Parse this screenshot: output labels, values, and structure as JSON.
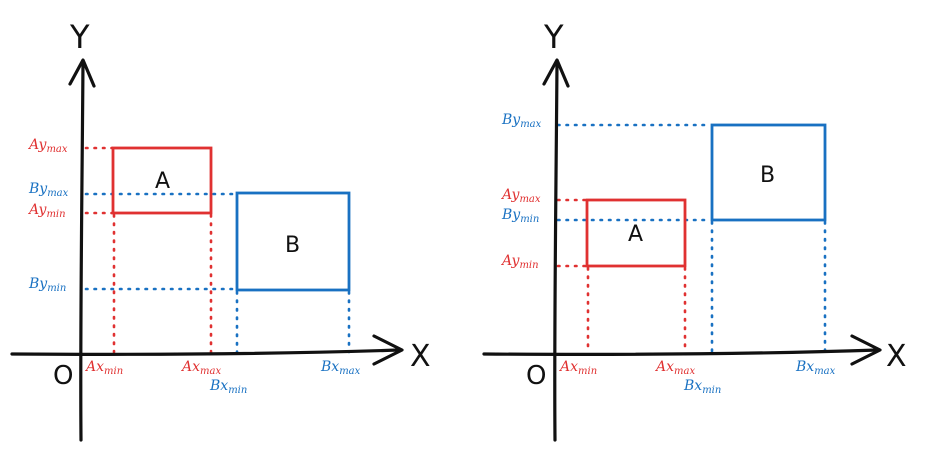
{
  "colors": {
    "box_a": "#e03131",
    "box_b": "#1971c2",
    "axes": "#111111"
  },
  "panels": [
    {
      "axis_x": "X",
      "axis_y": "Y",
      "origin": "O",
      "box_a": "A",
      "box_b": "B",
      "labels": {
        "ay_max": {
          "main": "Ay",
          "sub": "max"
        },
        "by_max": {
          "main": "By",
          "sub": "max"
        },
        "ay_min": {
          "main": "Ay",
          "sub": "min"
        },
        "by_min": {
          "main": "By",
          "sub": "min"
        },
        "ax_min": {
          "main": "Ax",
          "sub": "min"
        },
        "ax_max": {
          "main": "Ax",
          "sub": "max"
        },
        "bx_min": {
          "main": "Bx",
          "sub": "min"
        },
        "bx_max": {
          "main": "Bx",
          "sub": "max"
        }
      }
    },
    {
      "axis_x": "X",
      "axis_y": "Y",
      "origin": "O",
      "box_a": "A",
      "box_b": "B",
      "labels": {
        "by_max": {
          "main": "By",
          "sub": "max"
        },
        "ay_max": {
          "main": "Ay",
          "sub": "max"
        },
        "by_min": {
          "main": "By",
          "sub": "min"
        },
        "ay_min": {
          "main": "Ay",
          "sub": "min"
        },
        "ax_min": {
          "main": "Ax",
          "sub": "min"
        },
        "ax_max": {
          "main": "Ax",
          "sub": "max"
        },
        "bx_min": {
          "main": "Bx",
          "sub": "min"
        },
        "bx_max": {
          "main": "Bx",
          "sub": "max"
        }
      }
    }
  ]
}
